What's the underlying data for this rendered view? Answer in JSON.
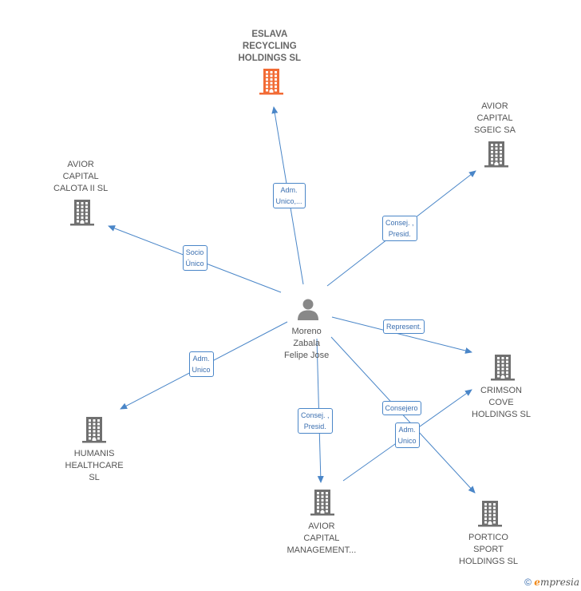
{
  "colors": {
    "edge": "#4a86c8",
    "company": "#707070",
    "highlight": "#f26b35",
    "person": "#888888"
  },
  "center": {
    "name": "Moreno\nZabala\nFelipe Jose",
    "icon": "person-icon"
  },
  "nodes": [
    {
      "id": "eslava",
      "name": "ESLAVA\nRECYCLING\nHOLDINGS SL",
      "icon": "building-icon",
      "highlight": true
    },
    {
      "id": "sgeic",
      "name": "AVIOR\nCAPITAL\nSGEIC SA",
      "icon": "building-icon",
      "highlight": false
    },
    {
      "id": "calota",
      "name": "AVIOR\nCAPITAL\nCALOTA II SL",
      "icon": "building-icon",
      "highlight": false
    },
    {
      "id": "crimson",
      "name": "CRIMSON\nCOVE\nHOLDINGS SL",
      "icon": "building-icon",
      "highlight": false
    },
    {
      "id": "humanis",
      "name": "HUMANIS\nHEALTHCARE\nSL",
      "icon": "building-icon",
      "highlight": false
    },
    {
      "id": "management",
      "name": "AVIOR\nCAPITAL\nMANAGEMENT...",
      "icon": "building-icon",
      "highlight": false
    },
    {
      "id": "portico",
      "name": "PORTICO\nSPORT\nHOLDINGS SL",
      "icon": "building-icon",
      "highlight": false
    }
  ],
  "edges": [
    {
      "target": "eslava",
      "label": "Adm.\nUnico,..."
    },
    {
      "target": "sgeic",
      "label": "Consej. ,\nPresid."
    },
    {
      "target": "calota",
      "label": "Socio\nÚnico"
    },
    {
      "target": "crimson",
      "label": "Represent."
    },
    {
      "target": "humanis",
      "label": "Adm.\nUnico"
    },
    {
      "target": "management",
      "label": "Consej. ,\nPresid."
    },
    {
      "target": "portico",
      "label": "Consejero"
    },
    {
      "target": "crimson",
      "label": "Adm.\nUnico"
    }
  ],
  "footer": {
    "copyright": "©",
    "brand_initial": "e",
    "brand_rest": "mpresia"
  }
}
